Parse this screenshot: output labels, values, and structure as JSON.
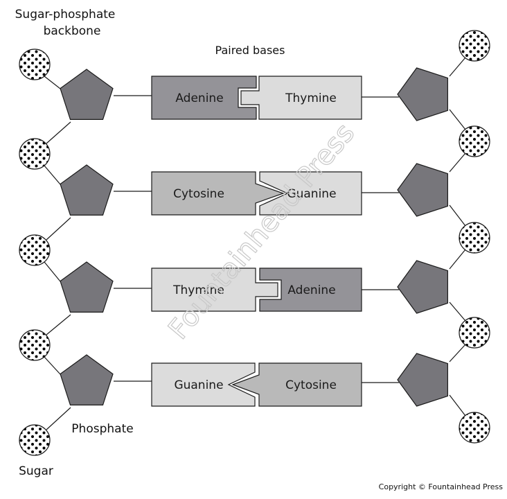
{
  "labels": {
    "backbone_line1": "Sugar-phosphate",
    "backbone_line2": "backbone",
    "paired_bases": "Paired bases",
    "phosphate": "Phosphate",
    "sugar": "Sugar",
    "copyright": "Copyright © Fountainhead Press",
    "watermark": "Fountainhead Press"
  },
  "colors": {
    "adenine": "#949398",
    "thymine": "#dcdcdc",
    "cytosine": "#b9b9b9",
    "guanine": "#dcdcdc",
    "pentagon": "#77767b",
    "outline": "#1a1a1a"
  },
  "base_pairs": [
    {
      "left": "Adenine",
      "right": "Thymine",
      "connector": "notch-left"
    },
    {
      "left": "Cytosine",
      "right": "Guanine",
      "connector": "chevron-right"
    },
    {
      "left": "Thymine",
      "right": "Adenine",
      "connector": "notch-right"
    },
    {
      "left": "Guanine",
      "right": "Cytosine",
      "connector": "chevron-left"
    }
  ]
}
